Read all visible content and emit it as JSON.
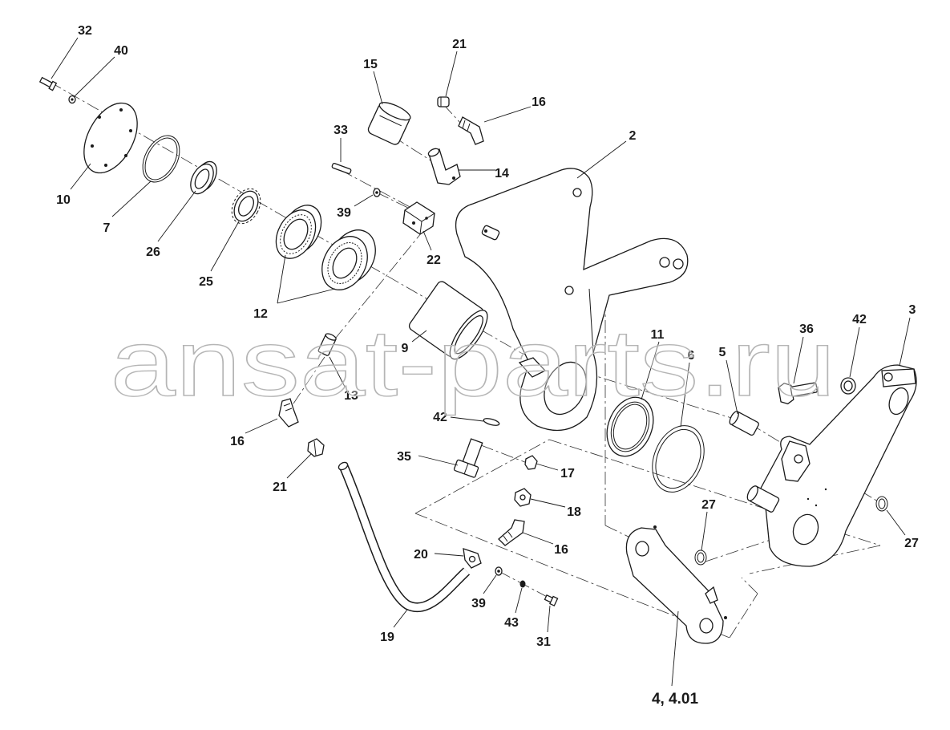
{
  "watermark": "ansat-parts.ru",
  "labels": [
    "32",
    "40",
    "10",
    "7",
    "26",
    "25",
    "12",
    "15",
    "21",
    "16",
    "33",
    "39",
    "14",
    "22",
    "2",
    "9",
    "13",
    "42",
    "16",
    "21",
    "35",
    "17",
    "18",
    "16",
    "20",
    "39",
    "43",
    "31",
    "19",
    "11",
    "6",
    "36",
    "42",
    "3",
    "5",
    "27",
    "27",
    "4, 4.01"
  ]
}
